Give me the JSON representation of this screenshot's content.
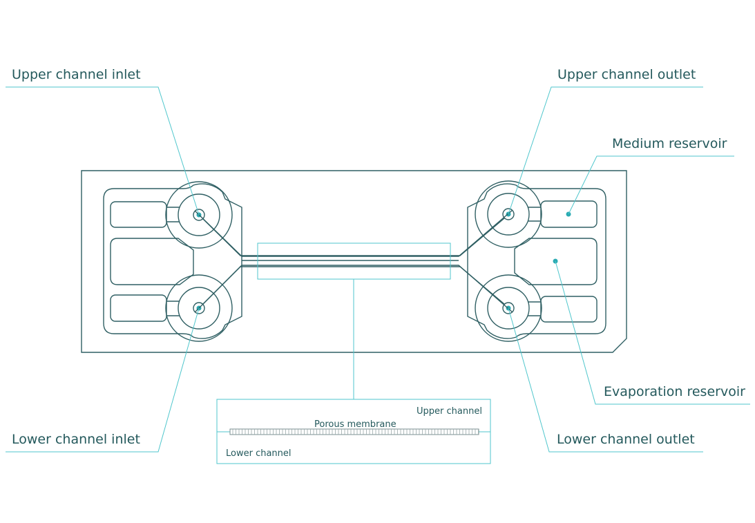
{
  "labels": {
    "upper_inlet": "Upper channel inlet",
    "upper_outlet": "Upper channel outlet",
    "medium_reservoir": "Medium reservoir",
    "evaporation_reservoir": "Evaporation reservoir",
    "lower_inlet": "Lower channel inlet",
    "lower_outlet": "Lower channel outlet"
  },
  "cross_section": {
    "upper_channel": "Upper channel",
    "porous_membrane": "Porous membrane",
    "lower_channel": "Lower channel"
  },
  "colors": {
    "chip_outline": "#2f5f63",
    "leader_line": "#4fc6cc",
    "port_dot": "#29aab2",
    "text": "#24595c"
  }
}
